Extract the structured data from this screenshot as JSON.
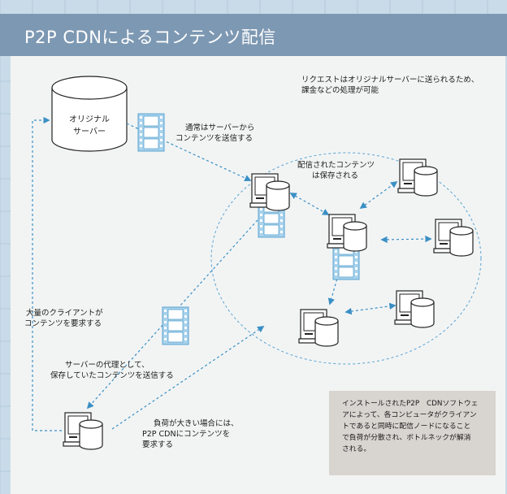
{
  "title": "P2P CDNによるコンテンツ配信",
  "origin_server": {
    "line1": "オリジナル",
    "line2": "サーバー"
  },
  "labels": {
    "top_note": [
      "リクエストはオリジナルサーバーに送られるため、",
      "課金などの処理が可能"
    ],
    "normally_from_server": [
      "通常はサーバーから",
      "コンテンツを送信する"
    ],
    "distributed_stored": [
      "配信されたコンテンツ",
      "は保存される"
    ],
    "client_requests": [
      "大量のクライアントが",
      "コンテンツを要求する"
    ],
    "proxy_send": [
      "サーバーの代理として、",
      "保存していたコンテンツを送信する"
    ],
    "high_load": [
      "負荷が大きい場合には、",
      "P2P CDNにコンテンツを",
      "要求する"
    ]
  },
  "note_box": [
    "インストールされたP2P　CDNソフトウェ",
    "アによって、各コンピュータがクライアン",
    "トであると同時に配信ノードになること",
    "で負荷が分散され、ボトルネックが解消",
    "される。"
  ],
  "colors": {
    "header": "#7d98b2",
    "arrow": "#3a8fc4",
    "film": "#a8d2ec",
    "note_bg": "#d8d4d0",
    "panel": "#f2f4f4"
  }
}
